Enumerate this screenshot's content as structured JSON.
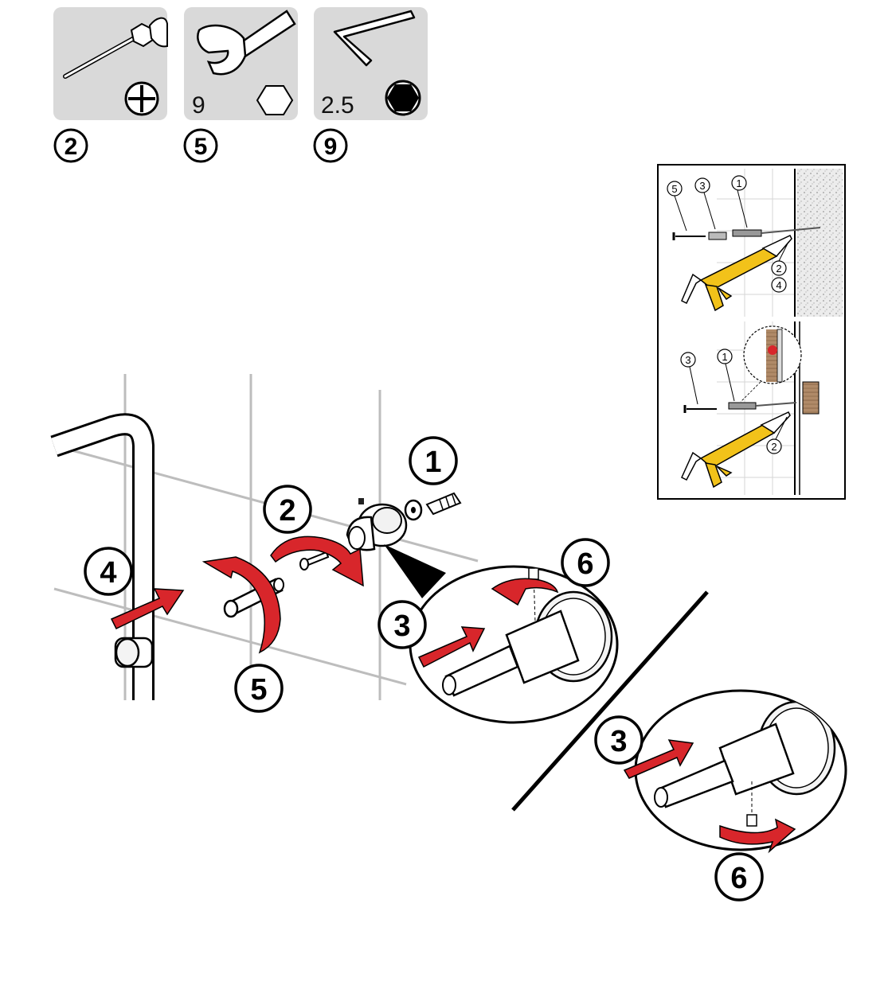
{
  "tools": [
    {
      "icon": "phillips-screwdriver-icon",
      "size": "",
      "head": "phillips-head-icon",
      "step": "2"
    },
    {
      "icon": "open-end-wrench-icon",
      "size": "9",
      "head": "hexagon-outline-icon",
      "step": "5"
    },
    {
      "icon": "hex-key-icon",
      "size": "2.5",
      "head": "hex-socket-icon",
      "step": "9"
    }
  ],
  "inset": {
    "top_callouts": [
      "5",
      "3",
      "1",
      "2",
      "4"
    ],
    "bottom_callouts": [
      "3",
      "1",
      "2"
    ]
  },
  "main": {
    "steps": [
      "1",
      "2",
      "4",
      "5",
      "3",
      "6"
    ],
    "alt": {
      "steps": [
        "3",
        "6"
      ]
    }
  },
  "colors": {
    "arrow_red": "#d8262b",
    "caulk_gun_yellow": "#f2c21a",
    "tool_panel_gray": "#d9d9d9"
  }
}
